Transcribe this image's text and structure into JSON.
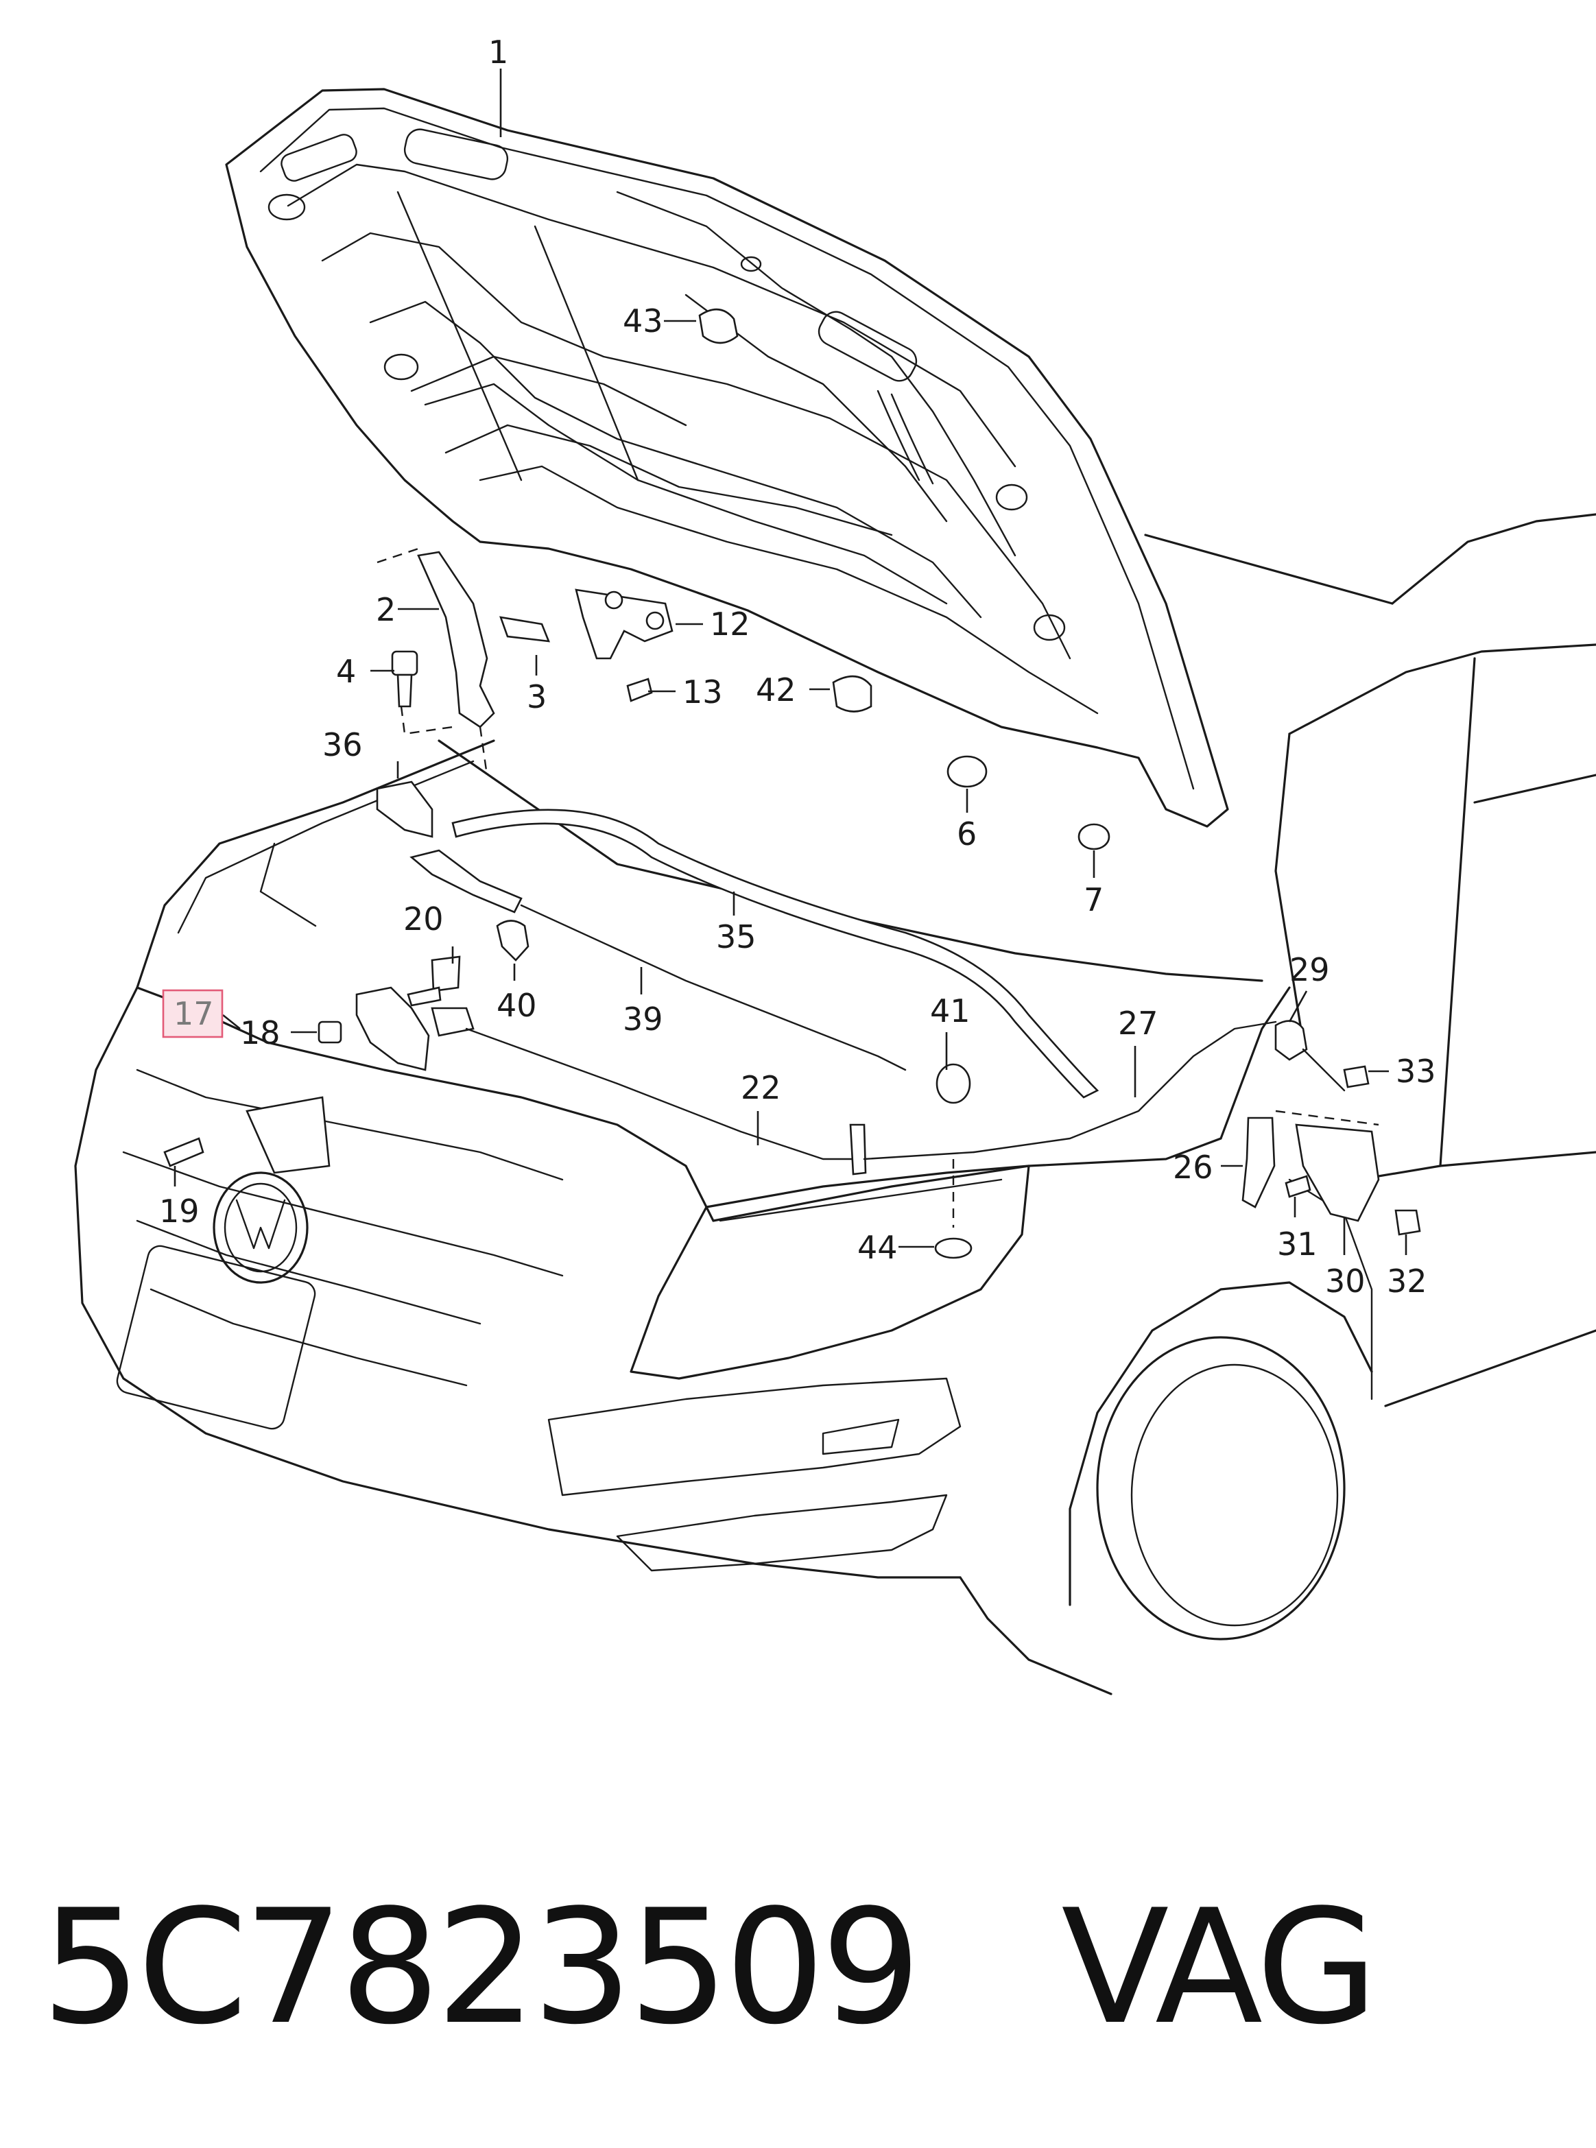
{
  "callouts": [
    {
      "id": "1",
      "text": "1"
    },
    {
      "id": "2",
      "text": "2"
    },
    {
      "id": "3",
      "text": "3"
    },
    {
      "id": "4",
      "text": "4"
    },
    {
      "id": "6",
      "text": "6"
    },
    {
      "id": "7",
      "text": "7"
    },
    {
      "id": "12",
      "text": "12"
    },
    {
      "id": "13",
      "text": "13"
    },
    {
      "id": "17",
      "text": "17",
      "highlighted": true
    },
    {
      "id": "18",
      "text": "18"
    },
    {
      "id": "19",
      "text": "19"
    },
    {
      "id": "20",
      "text": "20"
    },
    {
      "id": "22",
      "text": "22"
    },
    {
      "id": "26",
      "text": "26"
    },
    {
      "id": "27",
      "text": "27"
    },
    {
      "id": "29",
      "text": "29"
    },
    {
      "id": "30",
      "text": "30"
    },
    {
      "id": "31",
      "text": "31"
    },
    {
      "id": "32",
      "text": "32"
    },
    {
      "id": "33",
      "text": "33"
    },
    {
      "id": "35",
      "text": "35"
    },
    {
      "id": "36",
      "text": "36"
    },
    {
      "id": "39",
      "text": "39"
    },
    {
      "id": "40",
      "text": "40"
    },
    {
      "id": "41",
      "text": "41"
    },
    {
      "id": "42",
      "text": "42"
    },
    {
      "id": "43",
      "text": "43"
    },
    {
      "id": "44",
      "text": "44"
    }
  ],
  "footer": {
    "part_number": "5C7823509",
    "manufacturer": "VAG"
  },
  "colors": {
    "line": "#1a1a1a",
    "highlight_fill": "#fbe3e8",
    "highlight_stroke": "#e35b78"
  }
}
